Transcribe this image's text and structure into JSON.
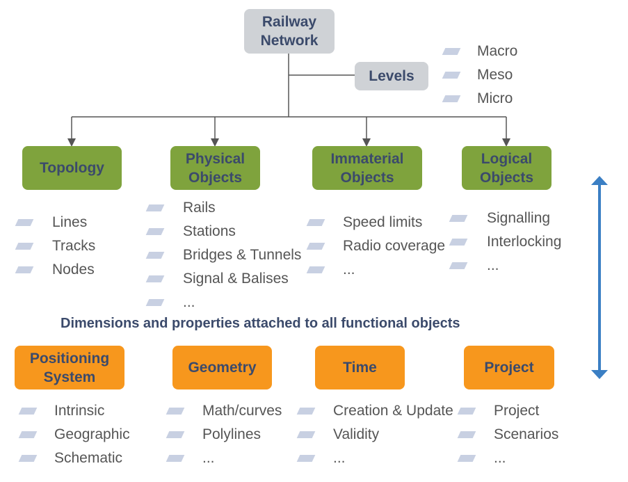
{
  "root": {
    "label_line1": "Railway",
    "label_line2": "Network"
  },
  "levels": {
    "label": "Levels",
    "items": [
      "Macro",
      "Meso",
      "Micro"
    ]
  },
  "categories": {
    "topology": {
      "title": "Topology",
      "items": [
        "Lines",
        "Tracks",
        "Nodes"
      ]
    },
    "physical": {
      "title_line1": "Physical",
      "title_line2": "Objects",
      "items": [
        "Rails",
        "Stations",
        "Bridges & Tunnels",
        "Signal & Balises",
        "..."
      ]
    },
    "immaterial": {
      "title_line1": "Immaterial",
      "title_line2": "Objects",
      "items": [
        "Speed limits",
        "Radio coverage",
        "..."
      ]
    },
    "logical": {
      "title_line1": "Logical",
      "title_line2": "Objects",
      "items": [
        "Signalling",
        "Interlocking",
        "..."
      ]
    }
  },
  "dimensions_heading": "Dimensions and properties attached to all functional objects",
  "dimensions": {
    "positioning": {
      "title_line1": "Positioning",
      "title_line2": "System",
      "items": [
        "Intrinsic",
        "Geographic",
        "Schematic"
      ]
    },
    "geometry": {
      "title": "Geometry",
      "items": [
        "Math/curves",
        "Polylines",
        "..."
      ]
    },
    "time": {
      "title": "Time",
      "items": [
        "Creation & Update",
        "Validity",
        "..."
      ]
    },
    "project": {
      "title": "Project",
      "items": [
        "Project",
        "Scenarios",
        "..."
      ]
    }
  },
  "colors": {
    "gray_box": "#cfd2d6",
    "green_box": "#7fa33d",
    "orange_box": "#f7971d",
    "text_dark": "#3b4a6b",
    "arrow_blue": "#3b7fc4",
    "bullet": "#c8d0e2"
  }
}
